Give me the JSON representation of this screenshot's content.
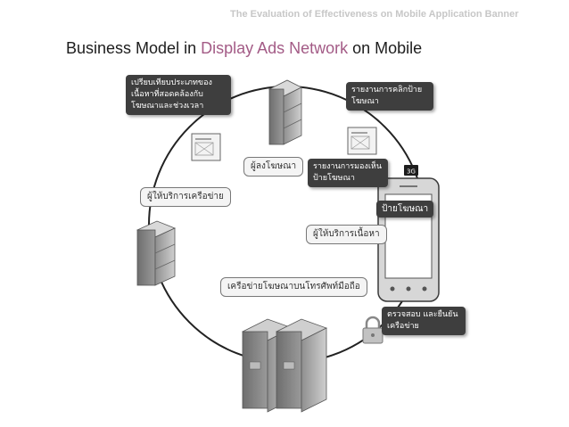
{
  "header_caption": "The Evaluation of Effectiveness on Mobile Application Banner",
  "title": {
    "prefix": "Business Model in ",
    "highlight": "Display Ads Network",
    "suffix": " on Mobile",
    "highlight_color": "#a35b86"
  },
  "labels": {
    "compare_ads": "เปรียบเทียบประเภทของเนื้อหาที่สอดคล้องกับโฆษณาและช่วงเวลา",
    "click_report": "รายงานการคลิกป้ายโฆษณา",
    "view_report": "รายงานการมองเห็นป้ายโฆษณา",
    "banner": "ป้ายโฆษณา",
    "advertiser": "ผู้ลงโฆษณา",
    "network_provider": "ผู้ให้บริการเครือข่าย",
    "content_provider": "ผู้ให้บริการเนื้อหา",
    "ad_network": "เครือข่ายโฆษณาบนโทรศัพท์มือถือ",
    "verify": "ตรวจสอบ และยืนยันเครือข่าย",
    "badge_3g": "3G"
  },
  "icons": [
    "server-icon",
    "document-icon",
    "smartphone-icon",
    "lock-icon"
  ],
  "colors": {
    "dark_box": "#3e3e3e",
    "light_box": "#f4f4f4",
    "circle": "#222222"
  }
}
